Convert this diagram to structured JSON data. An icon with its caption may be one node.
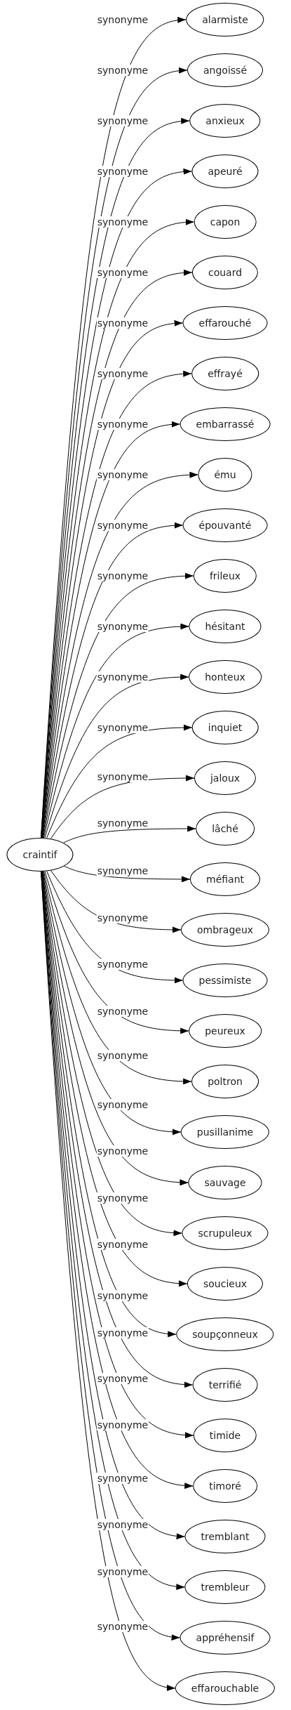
{
  "diagram": {
    "nodes": [
      {
        "text": [
          "craintif"
        ]
      },
      {
        "text": [
          "alarmiste"
        ]
      },
      {
        "text": [
          "angoissé"
        ]
      },
      {
        "text": [
          "anxieux"
        ]
      },
      {
        "text": [
          "apeuré"
        ]
      },
      {
        "text": [
          "capon"
        ]
      },
      {
        "text": [
          "couard"
        ]
      },
      {
        "text": [
          "effarouché"
        ]
      },
      {
        "text": [
          "effrayé"
        ]
      },
      {
        "text": [
          "embarrassé"
        ]
      },
      {
        "text": [
          "ému"
        ]
      },
      {
        "text": [
          "épouvanté"
        ]
      },
      {
        "text": [
          "frileux"
        ]
      },
      {
        "text": [
          "hésitant"
        ]
      },
      {
        "text": [
          "honteux"
        ]
      },
      {
        "text": [
          "inquiet"
        ]
      },
      {
        "text": [
          "jaloux"
        ]
      },
      {
        "text": [
          "lâché"
        ]
      },
      {
        "text": [
          "méfiant"
        ]
      },
      {
        "text": [
          "ombrageux"
        ]
      },
      {
        "text": [
          "pessimiste"
        ]
      },
      {
        "text": [
          "peureux"
        ]
      },
      {
        "text": [
          "poltron"
        ]
      },
      {
        "text": [
          "pusillanime"
        ]
      },
      {
        "text": [
          "sauvage"
        ]
      },
      {
        "text": [
          "scrupuleux"
        ]
      },
      {
        "text": [
          "soucieux"
        ]
      },
      {
        "text": [
          "soupçonneux"
        ]
      },
      {
        "text": [
          "terrifié"
        ]
      },
      {
        "text": [
          "timide"
        ]
      },
      {
        "text": [
          "timoré"
        ]
      },
      {
        "text": [
          "tremblant"
        ]
      },
      {
        "text": [
          "trembleur"
        ]
      },
      {
        "text": [
          "appréhensif"
        ]
      },
      {
        "text": [
          "effarouchable"
        ]
      }
    ],
    "edges": [
      {
        "from": 0,
        "to": 1,
        "arrow": "to",
        "label": "synonyme"
      },
      {
        "from": 0,
        "to": 2,
        "arrow": "to",
        "label": "synonyme"
      },
      {
        "from": 0,
        "to": 3,
        "arrow": "to",
        "label": "synonyme"
      },
      {
        "from": 0,
        "to": 4,
        "arrow": "to",
        "label": "synonyme"
      },
      {
        "from": 0,
        "to": 5,
        "arrow": "to",
        "label": "synonyme"
      },
      {
        "from": 0,
        "to": 6,
        "arrow": "to",
        "label": "synonyme"
      },
      {
        "from": 0,
        "to": 7,
        "arrow": "to",
        "label": "synonyme"
      },
      {
        "from": 0,
        "to": 8,
        "arrow": "to",
        "label": "synonyme"
      },
      {
        "from": 0,
        "to": 9,
        "arrow": "to",
        "label": "synonyme"
      },
      {
        "from": 0,
        "to": 10,
        "arrow": "to",
        "label": "synonyme"
      },
      {
        "from": 0,
        "to": 11,
        "arrow": "to",
        "label": "synonyme"
      },
      {
        "from": 0,
        "to": 12,
        "arrow": "to",
        "label": "synonyme"
      },
      {
        "from": 0,
        "to": 13,
        "arrow": "to",
        "label": "synonyme"
      },
      {
        "from": 0,
        "to": 14,
        "arrow": "to",
        "label": "synonyme"
      },
      {
        "from": 0,
        "to": 15,
        "arrow": "to",
        "label": "synonyme"
      },
      {
        "from": 0,
        "to": 16,
        "arrow": "to",
        "label": "synonyme"
      },
      {
        "from": 0,
        "to": 17,
        "arrow": "to",
        "label": "synonyme"
      },
      {
        "from": 0,
        "to": 18,
        "arrow": "to",
        "label": "synonyme"
      },
      {
        "from": 0,
        "to": 19,
        "arrow": "to",
        "label": "synonyme"
      },
      {
        "from": 0,
        "to": 20,
        "arrow": "to",
        "label": "synonyme"
      },
      {
        "from": 0,
        "to": 21,
        "arrow": "to",
        "label": "synonyme"
      },
      {
        "from": 0,
        "to": 22,
        "arrow": "to",
        "label": "synonyme"
      },
      {
        "from": 0,
        "to": 23,
        "arrow": "to",
        "label": "synonyme"
      },
      {
        "from": 0,
        "to": 24,
        "arrow": "to",
        "label": "synonyme"
      },
      {
        "from": 0,
        "to": 25,
        "arrow": "to",
        "label": "synonyme"
      },
      {
        "from": 0,
        "to": 26,
        "arrow": "to",
        "label": "synonyme"
      },
      {
        "from": 0,
        "to": 27,
        "arrow": "to",
        "label": "synonyme"
      },
      {
        "from": 0,
        "to": 28,
        "arrow": "to",
        "label": "synonyme"
      },
      {
        "from": 0,
        "to": 29,
        "arrow": "to",
        "label": "synonyme"
      },
      {
        "from": 0,
        "to": 30,
        "arrow": "to",
        "label": "synonyme"
      },
      {
        "from": 0,
        "to": 31,
        "arrow": "to",
        "label": "synonyme"
      },
      {
        "from": 0,
        "to": 32,
        "arrow": "to",
        "label": "synonyme"
      },
      {
        "from": 0,
        "to": 33,
        "arrow": "to",
        "label": "synonyme"
      },
      {
        "from": 0,
        "to": 34,
        "arrow": "to",
        "label": "synonyme"
      }
    ]
  }
}
